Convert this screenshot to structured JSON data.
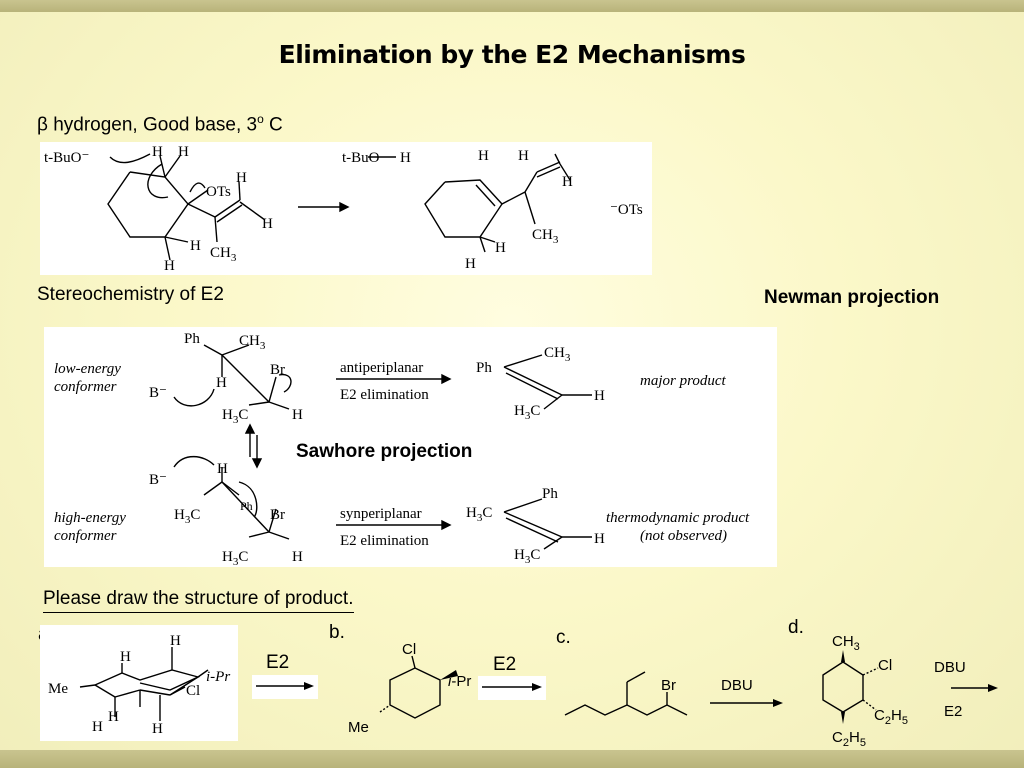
{
  "slide": {
    "title": "Elimination by the E2 Mechanisms",
    "intro": "β hydrogen, Good base, 3",
    "intro_sup": "o",
    "intro_tail": " C",
    "stereo_label": "Stereochemistry of E2",
    "newman_label": "Newman projection",
    "sawhorse_label": "Sawhore projection",
    "exercise_prompt": "Please draw the structure of product."
  },
  "reaction1": {
    "base": "t-BuO⁻",
    "conj_acid": "t-BuO",
    "leaving": "OTs",
    "leaving_anion": "⁻OTs",
    "methyl": "CH",
    "methyl_sub": "3",
    "h": "H"
  },
  "stereo": {
    "low_energy": [
      "low-energy",
      "conformer"
    ],
    "high_energy": [
      "high-energy",
      "conformer"
    ],
    "anti_condition": "antiperiplanar",
    "syn_condition": "synperiplanar",
    "elimination": "E2 elimination",
    "major": "major product",
    "thermo": [
      "thermodynamic product",
      "(not observed)"
    ],
    "ph": "Ph",
    "br": "Br",
    "base": "B⁻",
    "ch3": "CH",
    "h3c": "H",
    "c_sub": "3",
    "c": "C",
    "h": "H"
  },
  "problems": {
    "a": {
      "letter": "a.",
      "reagent": "E2",
      "sub_ipr": "i-Pr",
      "me": "Me",
      "cl": "Cl",
      "h": "H"
    },
    "b": {
      "letter": "b.",
      "reagent": "E2",
      "cl": "Cl",
      "ipr_i": "i",
      "ipr_pr": "-Pr",
      "me": "Me"
    },
    "c": {
      "letter": "c.",
      "reagent": "DBU",
      "br": "Br"
    },
    "d": {
      "letter": "d.",
      "reagent_top": "DBU",
      "reagent_bottom": "E2",
      "ch3": "CH",
      "cl": "Cl",
      "c2h5a": "C",
      "c2h5b": "H",
      "sub2": "2",
      "sub5": "5",
      "sub3": "3"
    }
  }
}
